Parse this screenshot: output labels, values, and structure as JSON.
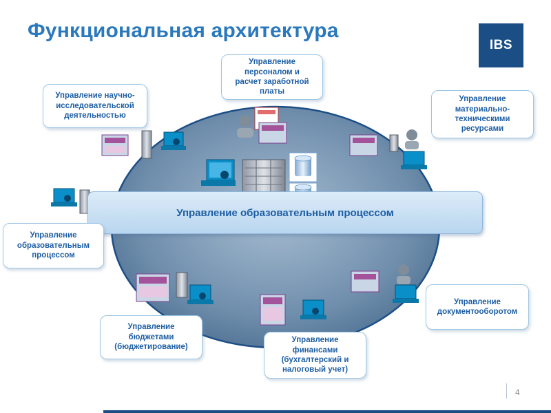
{
  "title": "Функциональная архитектура",
  "logo_text": "IBS",
  "core_label": "Управление образовательным процессом",
  "modules": {
    "research": "Управление научно-\nисследовательской\nдеятельностью",
    "hr_payroll": "Управление\nперсоналом и\nрасчет заработной\nплаты",
    "material": "Управление\nматериально-\nтехническими\nресурсами",
    "education": "Управление\nобразовательным\nпроцессом",
    "documents": "Управление\nдокументооборотом",
    "budget": "Управление\nбюджетами\n(бюджетирование)",
    "finance": "Управление\nфинансами\n(бухгалтерский и\nналоговый учет)"
  },
  "slide_number": "4",
  "colors": {
    "title": "#2b79bd",
    "brand": "#1c4e86",
    "ellipse": "#5d7d9e",
    "text": "#1d5ea4"
  },
  "icons": [
    "workstation-icon",
    "server-rack-icon",
    "database-icon",
    "user-icon",
    "document-icon"
  ]
}
